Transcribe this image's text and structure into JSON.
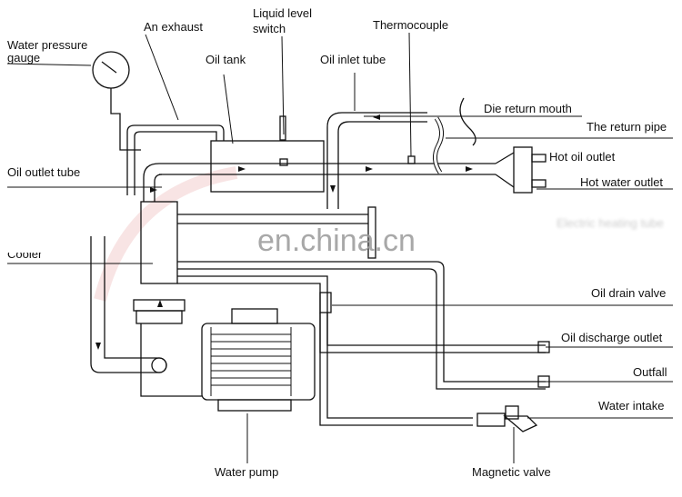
{
  "labels": {
    "water_pressure_gauge": "Water pressure gauge",
    "an_exhaust": "An exhaust",
    "liquid_level_switch": "Liquid level switch",
    "thermocouple": "Thermocouple",
    "oil_tank": "Oil tank",
    "oil_inlet_tube": "Oil inlet tube",
    "die_return_mouth": "Die return mouth",
    "the_return_pipe": "The return pipe",
    "hot_oil_outlet": "Hot oil outlet",
    "hot_water_outlet": "Hot water outlet",
    "oil_outlet_tube": "Oil outlet tube",
    "electric_heating_tube": "Electric heating tube",
    "cooler": "Cooler",
    "oil_drain_valve": "Oil drain valve",
    "oil_discharge_outlet": "Oil discharge outlet",
    "outfall": "Outfall",
    "water_intake": "Water intake",
    "magnetic_valve": "Magnetic valve",
    "water_pump": "Water pump"
  },
  "watermark": "en.china.cn",
  "colors": {
    "line": "#111111",
    "watermark": "#9a9a9a"
  }
}
